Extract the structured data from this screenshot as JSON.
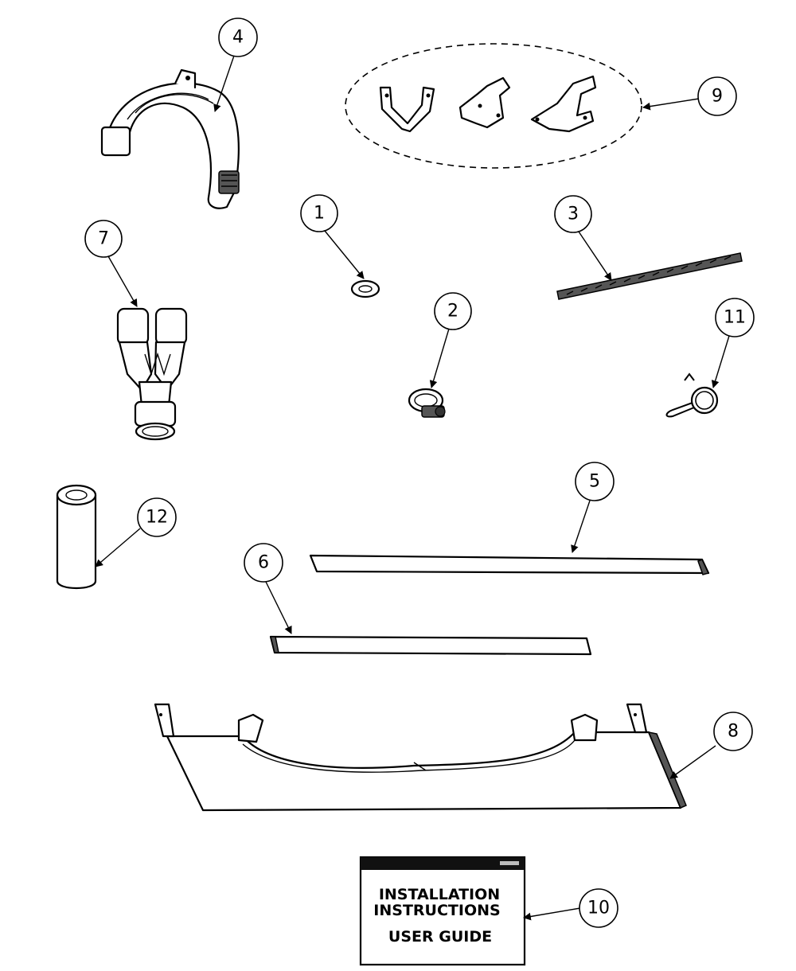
{
  "callouts": [
    {
      "id": "1",
      "label": "1"
    },
    {
      "id": "2",
      "label": "2"
    },
    {
      "id": "3",
      "label": "3"
    },
    {
      "id": "4",
      "label": "4"
    },
    {
      "id": "5",
      "label": "5"
    },
    {
      "id": "6",
      "label": "6"
    },
    {
      "id": "7",
      "label": "7"
    },
    {
      "id": "8",
      "label": "8"
    },
    {
      "id": "9",
      "label": "9"
    },
    {
      "id": "10",
      "label": "10"
    },
    {
      "id": "11",
      "label": "11"
    },
    {
      "id": "12",
      "label": "12"
    }
  ],
  "manual": {
    "line1": "INSTALLATION",
    "line2": "INSTRUCTIONS",
    "line3": "USER GUIDE"
  }
}
